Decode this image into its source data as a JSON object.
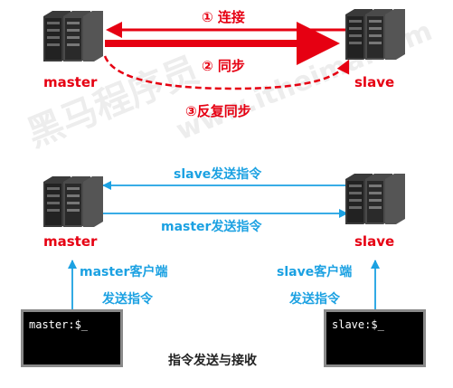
{
  "colors": {
    "red": "#e60012",
    "blue": "#1ba1e2",
    "server_dark": "#2a2a2a",
    "server_light": "#5a5a5a"
  },
  "watermark": {
    "brand": "黑马程序员",
    "url": "www.itheima.com"
  },
  "top": {
    "left_node": "master",
    "right_node": "slave",
    "step1": "① 连接",
    "step2": "② 同步",
    "step3": "③反复同步"
  },
  "bottom": {
    "left_node": "master",
    "right_node": "slave",
    "slave_sends": "slave发送指令",
    "master_sends": "master发送指令",
    "left_client_line1": "master客户端",
    "left_client_line2": "发送指令",
    "right_client_line1": "slave客户端",
    "right_client_line2": "发送指令",
    "left_terminal": "master:$_",
    "right_terminal": "slave:$_",
    "caption": "指令发送与接收"
  }
}
